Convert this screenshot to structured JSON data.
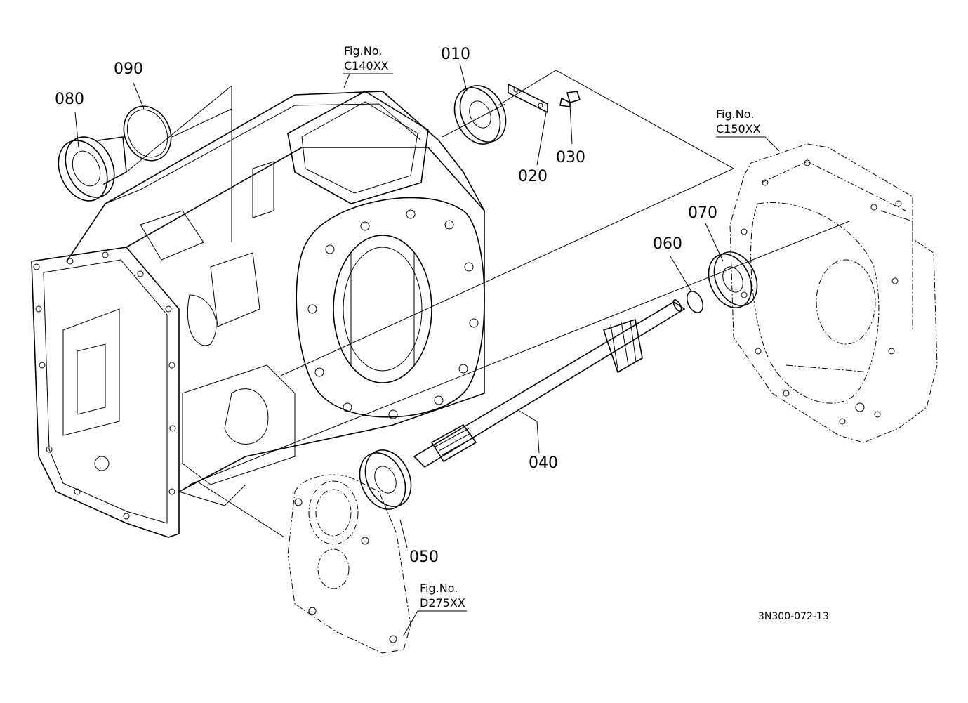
{
  "callouts": {
    "p010": "010",
    "p020": "020",
    "p030": "030",
    "p040": "040",
    "p050": "050",
    "p060": "060",
    "p070": "070",
    "p080": "080",
    "p090": "090"
  },
  "fig_refs": {
    "c140": {
      "line1": "Fig.No.",
      "line2": "C140XX"
    },
    "c150": {
      "line1": "Fig.No.",
      "line2": "C150XX"
    },
    "d275": {
      "line1": "Fig.No.",
      "line2": "D275XX"
    }
  },
  "drawing_code": "3N300-072-13"
}
